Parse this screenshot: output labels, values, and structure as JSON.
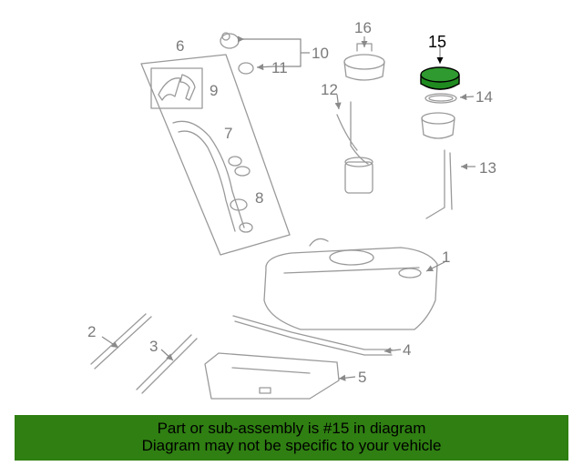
{
  "diagram": {
    "callouts": [
      "1",
      "2",
      "3",
      "4",
      "5",
      "6",
      "7",
      "8",
      "9",
      "10",
      "11",
      "12",
      "13",
      "14",
      "15",
      "16"
    ],
    "highlighted_callout": "15",
    "highlight_color": "#1f8a1f"
  },
  "banner": {
    "line1": "Part or sub-assembly is #15 in diagram",
    "line2": "Diagram may not be specific to your vehicle",
    "background_color": "#2f7f12"
  }
}
